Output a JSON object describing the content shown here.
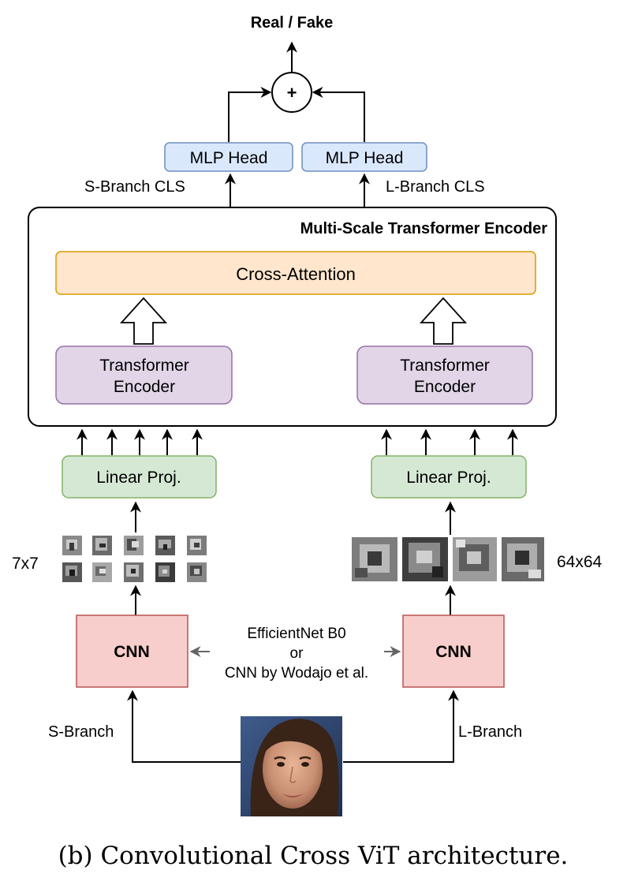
{
  "output": {
    "label": "Real / Fake",
    "sum_symbol": "+"
  },
  "mlp": {
    "left_label": "MLP Head",
    "right_label": "MLP Head"
  },
  "cls": {
    "left_label": "S-Branch CLS",
    "right_label": "L-Branch CLS"
  },
  "encoder": {
    "title": "Multi-Scale Transformer Encoder",
    "cross_attention": "Cross-Attention",
    "transformer_left_line1": "Transformer",
    "transformer_left_line2": "Encoder",
    "transformer_right_line1": "Transformer",
    "transformer_right_line2": "Encoder"
  },
  "proj": {
    "left_label": "Linear Proj.",
    "right_label": "Linear Proj."
  },
  "patches": {
    "left_size": "7x7",
    "right_size": "64x64"
  },
  "cnn": {
    "left_label": "CNN",
    "right_label": "CNN",
    "note_line1": "EfficientNet B0",
    "note_line2": "or",
    "note_line3": "CNN by Wodajo et al."
  },
  "branches": {
    "left": "S-Branch",
    "right": "L-Branch"
  },
  "caption": "(b) Convolutional Cross ViT architecture.",
  "colors": {
    "mlp_fill": "#dae8fc",
    "mlp_stroke": "#6c8ebf",
    "cross_fill": "#ffe6cc",
    "cross_stroke": "#d79b00",
    "transformer_fill": "#e1d5e7",
    "transformer_stroke": "#9673a6",
    "proj_fill": "#d5e8d4",
    "proj_stroke": "#82b366",
    "cnn_fill": "#f8cecc",
    "cnn_stroke": "#b85450"
  }
}
